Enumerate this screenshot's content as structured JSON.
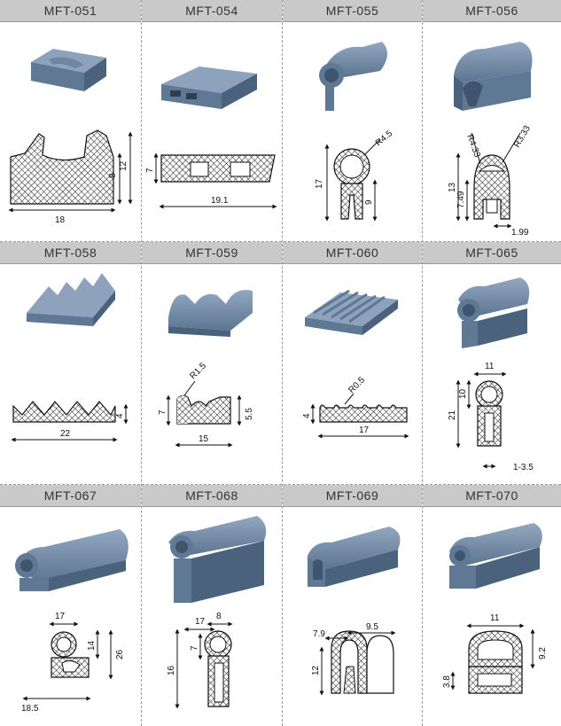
{
  "colors": {
    "header_bg": "#c9c9c9",
    "profile_blue": "#5f7894",
    "profile_light": "#8ea2bc",
    "mesh": "#1a1a1a"
  },
  "products": [
    {
      "code": "MFT-051",
      "dims": [
        "12",
        "8",
        "18"
      ]
    },
    {
      "code": "MFT-054",
      "dims": [
        "7",
        "19.1"
      ]
    },
    {
      "code": "MFT-055",
      "dims": [
        "R4.5",
        "17",
        "9"
      ]
    },
    {
      "code": "MFT-056",
      "dims": [
        "R4.33",
        "R3.33",
        "13",
        "7.49",
        "1.99"
      ]
    },
    {
      "code": "MFT-058",
      "dims": [
        "4",
        "22"
      ]
    },
    {
      "code": "MFT-059",
      "dims": [
        "R1.5",
        "7",
        "5.5",
        "15"
      ]
    },
    {
      "code": "MFT-060",
      "dims": [
        "R0.5",
        "4",
        "17"
      ]
    },
    {
      "code": "MFT-065",
      "dims": [
        "11",
        "10",
        "21",
        "1-3.5"
      ]
    },
    {
      "code": "MFT-067",
      "dims": [
        "17",
        "14",
        "26",
        "18.5"
      ]
    },
    {
      "code": "MFT-068",
      "dims": [
        "17",
        "8",
        "7",
        "16"
      ]
    },
    {
      "code": "MFT-069",
      "dims": [
        "7.9",
        "9.5",
        "12"
      ]
    },
    {
      "code": "MFT-070",
      "dims": [
        "11",
        "9.2",
        "3.8"
      ]
    }
  ]
}
